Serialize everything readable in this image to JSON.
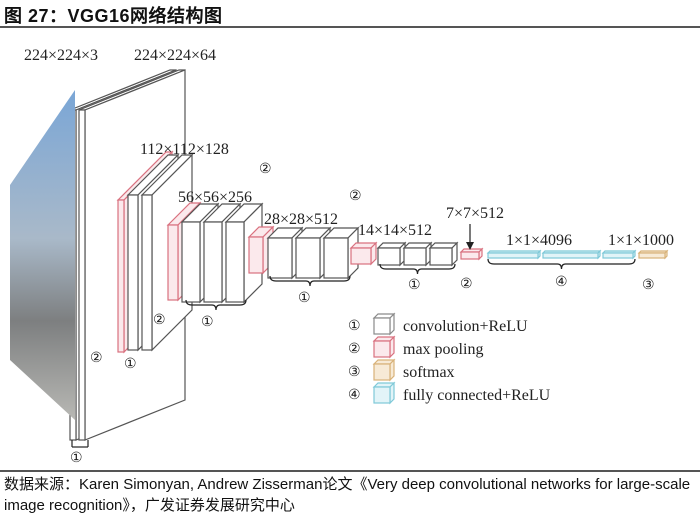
{
  "header": {
    "title": "图 27：VGG16网络结构图"
  },
  "diagram": {
    "sizes": {
      "input": "224×224×3",
      "conv1": "224×224×64",
      "conv2": "112×112×128",
      "conv3": "56×56×256",
      "conv4": "28×28×512",
      "conv5": "14×14×512",
      "pool5": "7×7×512",
      "fc": "1×1×4096",
      "softmax": "1×1×1000"
    },
    "markers": {
      "conv": "①",
      "pool": "②",
      "softmax": "③",
      "fc": "④"
    },
    "legend": [
      {
        "marker": "①",
        "label": "convolution+ReLU",
        "color": "#8a8a8a"
      },
      {
        "marker": "②",
        "label": "max pooling",
        "color": "#d9717f"
      },
      {
        "marker": "③",
        "label": "softmax",
        "color": "#d8b279"
      },
      {
        "marker": "④",
        "label": "fully connected+ReLU",
        "color": "#7fc9d8"
      }
    ]
  },
  "footer": {
    "source": "数据来源：Karen Simonyan, Andrew Zisserman论文《Very deep convolutional networks for large-scale image recognition》，广发证券发展研究中心"
  }
}
